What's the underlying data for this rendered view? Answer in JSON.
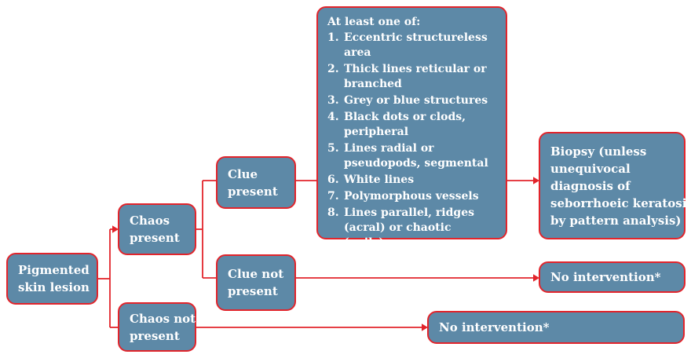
{
  "diagram": {
    "type": "flowchart",
    "subject": "Pigmented skin lesion decision algorithm",
    "colors": {
      "box_fill": "#5d89a7",
      "line_red": "#e2242b",
      "text_white": "#ffffff",
      "background": "#ffffff"
    },
    "nodes": {
      "pigmented_skin_lesion": {
        "label": "Pigmented skin lesion",
        "lines": [
          "Pigmented",
          "skin lesion"
        ]
      },
      "chaos_present": {
        "label": "Chaos present",
        "lines": [
          "Chaos",
          "present"
        ]
      },
      "chaos_not_present": {
        "label": "Chaos not present",
        "lines": [
          "Chaos not",
          "present"
        ]
      },
      "clue_present": {
        "label": "Clue present",
        "lines": [
          "Clue",
          "present"
        ]
      },
      "clue_not_present": {
        "label": "Clue not present",
        "lines": [
          "Clue not",
          "present"
        ]
      },
      "clue_criteria": {
        "title": "At least one of:",
        "items": [
          "Eccentric structureless area",
          "Thick lines reticular or branched",
          "Grey or blue structures",
          "Black dots or clods, peripheral",
          "Lines radial or pseudopods, segmental",
          "White lines",
          "Polymorphous vessels",
          "Lines parallel, ridges (acral) or chaotic (nails)"
        ]
      },
      "biopsy": {
        "label": "Biopsy (unless unequivocal diagnosis of seborrhoeic keratosis by pattern analysis)",
        "lines": [
          "Biopsy (unless",
          "unequivocal",
          "diagnosis of",
          "seborrhoeic keratosis",
          "by pattern analysis)"
        ]
      },
      "no_intervention_after_no_clue": {
        "label": "No intervention*"
      },
      "no_intervention_after_no_chaos": {
        "label": "No intervention*"
      }
    }
  }
}
